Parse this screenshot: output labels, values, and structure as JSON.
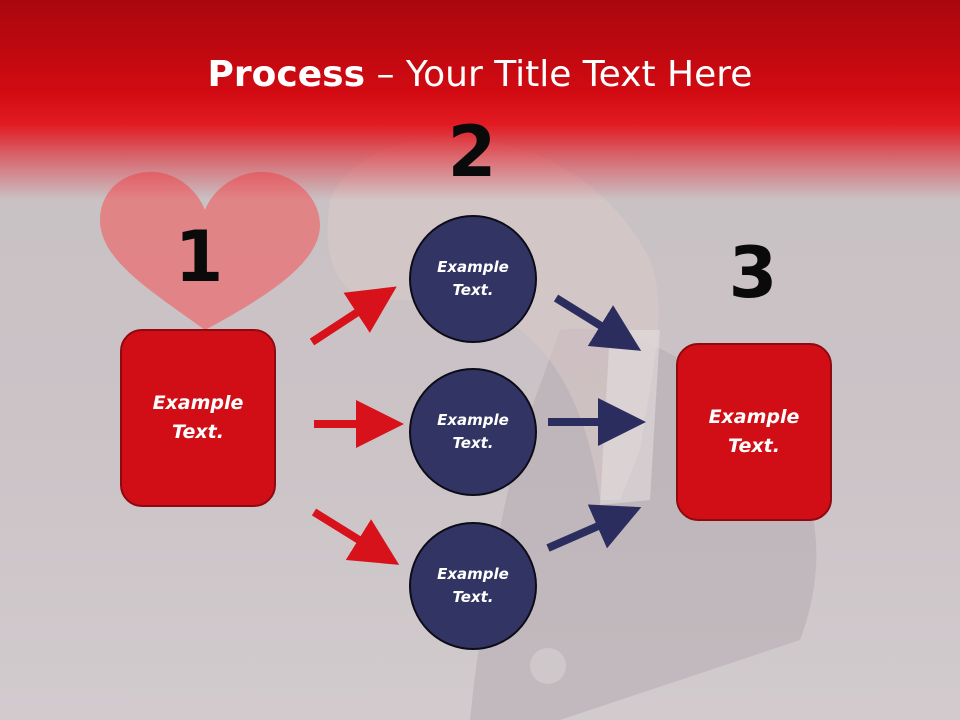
{
  "title": {
    "bold": "Process",
    "rest": " – Your Title Text Here"
  },
  "steps": {
    "one": "1",
    "two": "2",
    "three": "3"
  },
  "left_box": {
    "line1": "Example",
    "line2": "Text."
  },
  "right_box": {
    "line1": "Example",
    "line2": "Text."
  },
  "circles": [
    {
      "line1": "Example",
      "line2": "Text."
    },
    {
      "line1": "Example",
      "line2": "Text."
    },
    {
      "line1": "Example",
      "line2": "Text."
    }
  ],
  "colors": {
    "red": "#d10d15",
    "navy": "#323464",
    "arrow_red": "#d8121a",
    "arrow_navy": "#2b2d5e"
  }
}
